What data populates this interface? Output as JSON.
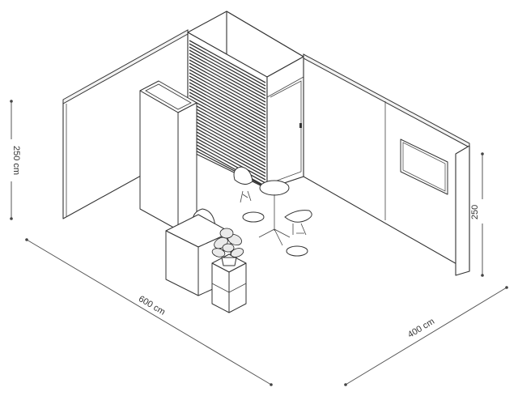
{
  "dimensions": {
    "height_left": "250 cm",
    "width_front": "600 cm",
    "depth_right": "400 cm",
    "height_right": "250"
  }
}
